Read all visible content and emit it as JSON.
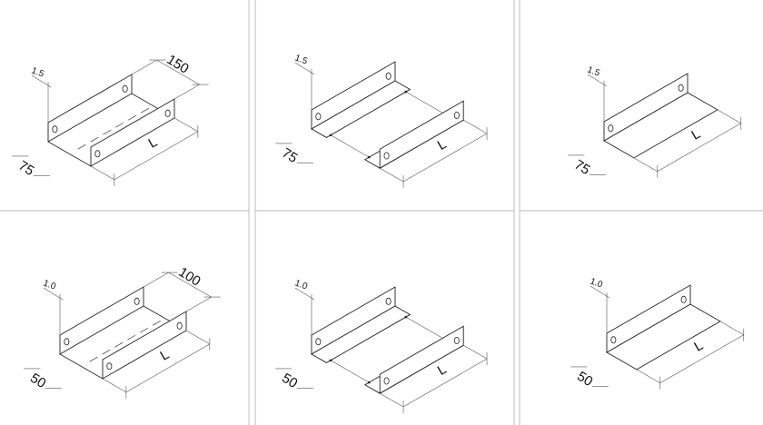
{
  "panels": [
    {
      "type": "channel",
      "thickness": "1.5",
      "width": "75",
      "overall": "150",
      "length": "L"
    },
    {
      "type": "facing-angles",
      "thickness": "1.5",
      "width": "75",
      "length": "L"
    },
    {
      "type": "single-angle",
      "thickness": "1.5",
      "width": "75",
      "length": "L"
    },
    {
      "type": "channel",
      "thickness": "1.0",
      "width": "50",
      "overall": "100",
      "length": "L"
    },
    {
      "type": "facing-angles",
      "thickness": "1.0",
      "width": "50",
      "length": "L"
    },
    {
      "type": "single-angle",
      "thickness": "1.0",
      "width": "50",
      "length": "L"
    }
  ]
}
